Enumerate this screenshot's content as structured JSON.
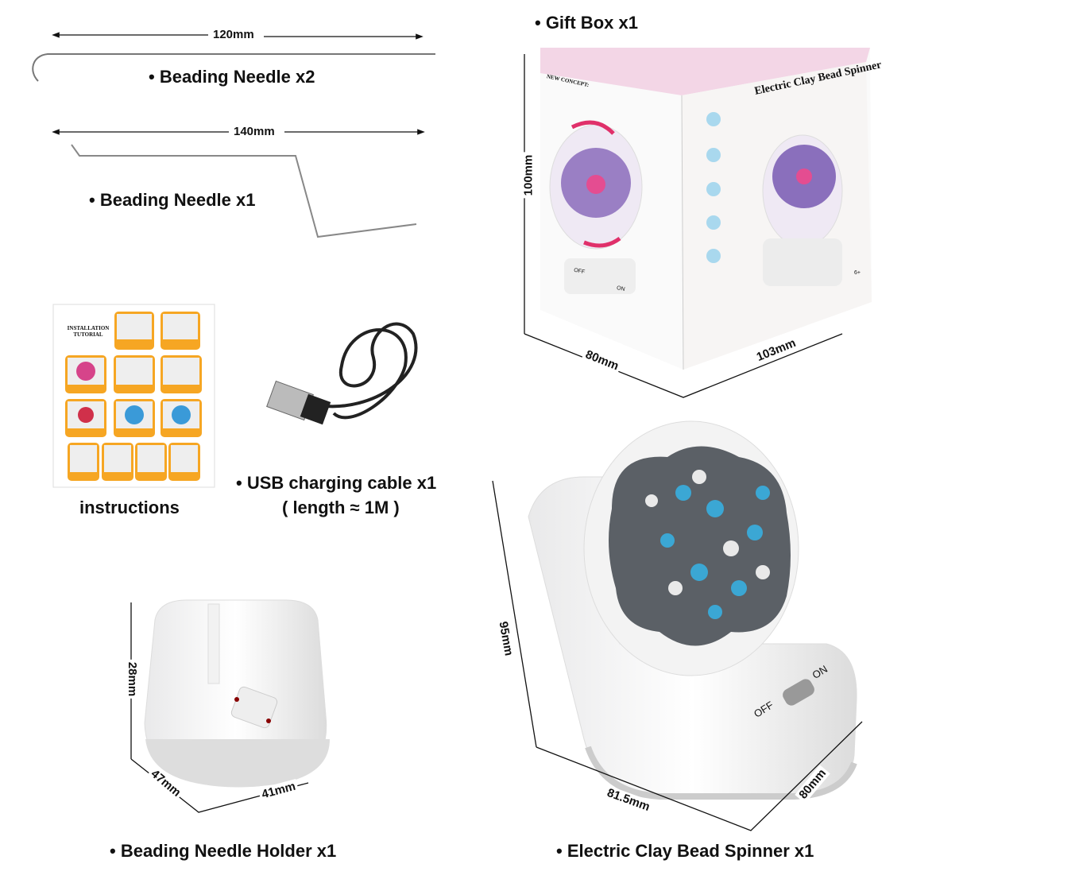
{
  "items": {
    "needle_long": {
      "label": "• Beading Needle x2",
      "length": "120mm"
    },
    "needle_bent": {
      "label": "• Beading Needle x1",
      "length": "140mm"
    },
    "instructions": {
      "label": "instructions",
      "sheet_title": "INSTALLATION TUTORIAL"
    },
    "usb_cable": {
      "label": "• USB charging cable x1",
      "sublabel": "( length ≈ 1M )"
    },
    "gift_box": {
      "label": "• Gift Box x1",
      "height": "100mm",
      "depth": "80mm",
      "width": "103mm",
      "box_title": "Electric Clay Bead Spinner",
      "box_concept": "NEW CONCEPT:",
      "switch_off": "OFF",
      "switch_on": "ON",
      "age": "6+"
    },
    "needle_holder": {
      "label": "• Beading Needle Holder x1",
      "height": "28mm",
      "depth": "47mm",
      "width": "41mm"
    },
    "spinner": {
      "label": "• Electric Clay Bead Spinner x1",
      "height": "95mm",
      "depth": "81.5mm",
      "width": "80mm",
      "switch_off": "OFF",
      "switch_on": "ON"
    }
  },
  "colors": {
    "bead_blue": "#3ba7d4",
    "box_pink": "#f3d6e6",
    "arrow_pink": "#e0306a",
    "tutorial_orange": "#f0a020"
  }
}
